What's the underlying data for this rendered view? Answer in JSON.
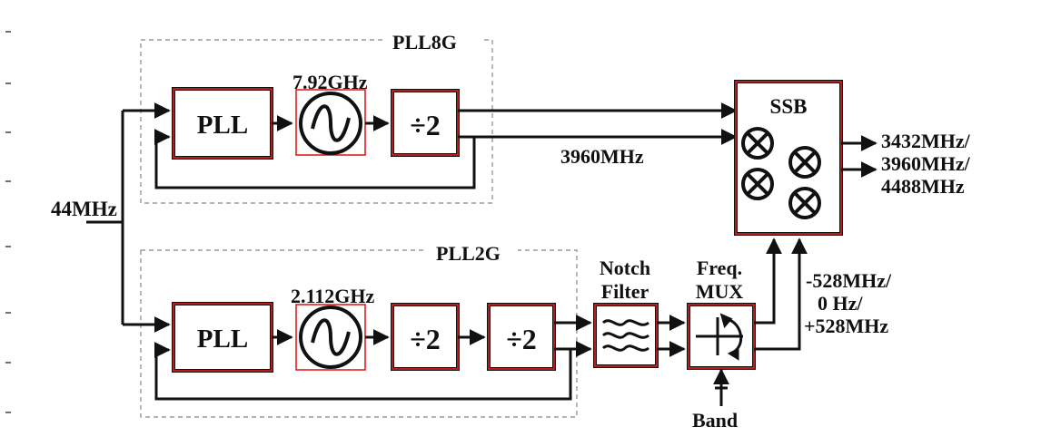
{
  "labels": {
    "pll8g": "PLL8G",
    "pll2g": "PLL2G",
    "input": "44MHz",
    "pll_top": "PLL",
    "pll_bottom": "PLL",
    "vco_top_freq": "7.92GHz",
    "vco_bottom_freq": "2.112GHz",
    "div_top": "÷2",
    "div_bottom_1": "÷2",
    "div_bottom_2": "÷2",
    "mid_freq": "3960MHz",
    "ssb": "SSB",
    "notch_line1": "Notch",
    "notch_line2": "Filter",
    "mux_line1": "Freq.",
    "mux_line2": "MUX",
    "band": "Band",
    "out_line1": "3432MHz/",
    "out_line2": "3960MHz/",
    "out_line3": "4488MHz",
    "offset_line1": "-528MHz/",
    "offset_line2": "0 Hz/",
    "offset_line3": "+528MHz"
  },
  "icons": {
    "vco": "sine-oscillator-icon",
    "mixer": "mixer-cross-circle-icon",
    "notch": "notch-filter-wave-icon",
    "mux": "switch-mux-icon"
  },
  "colors": {
    "block_highlight": "#e02020",
    "line": "#111111",
    "dashed_group": "#9a9a9a"
  }
}
